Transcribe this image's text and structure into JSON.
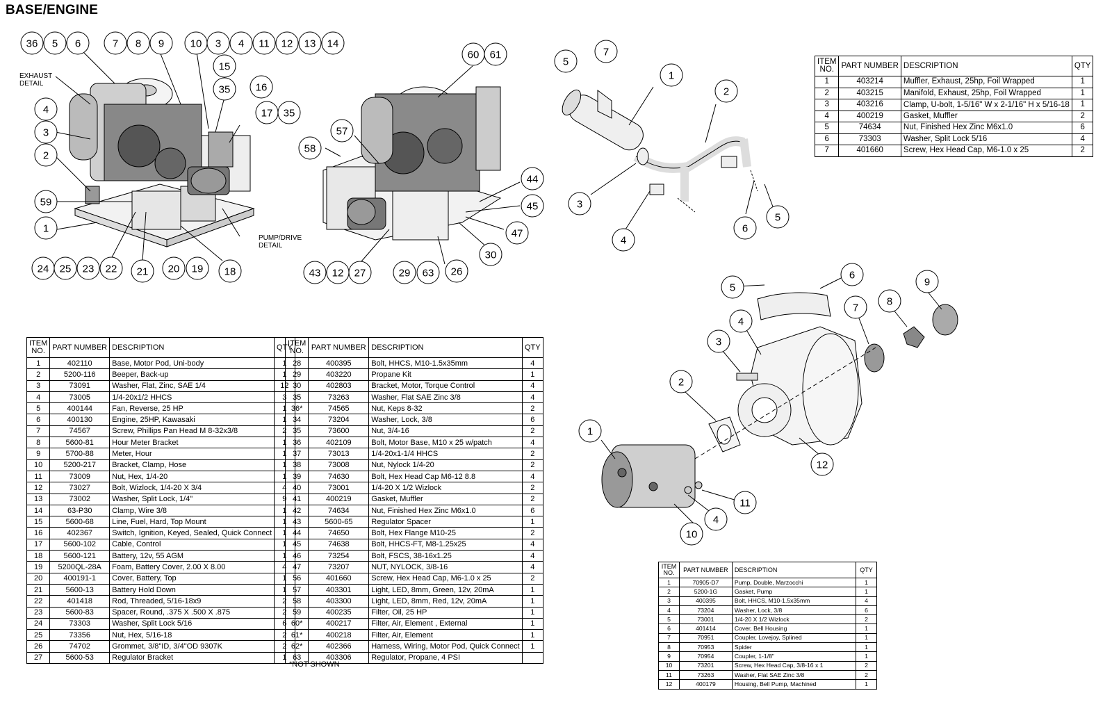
{
  "page": {
    "title": "BASE/ENGINE"
  },
  "callouts": {
    "exhaust_detail": [
      "EXHAUST",
      "DETAIL"
    ],
    "pump_drive_detail": [
      "PUMP/DRIVE",
      "DETAIL"
    ]
  },
  "balloons_base_left": [
    "36",
    "5",
    "6",
    "7",
    "8",
    "9",
    "10",
    "3",
    "4",
    "11",
    "12",
    "13",
    "14",
    "15",
    "35",
    "16",
    "17",
    "35",
    "4",
    "3",
    "2",
    "59",
    "1",
    "24",
    "25",
    "23",
    "22",
    "21",
    "20",
    "19",
    "18"
  ],
  "balloons_base_right": [
    "60",
    "61",
    "57",
    "58",
    "44",
    "45",
    "47",
    "30",
    "43",
    "12",
    "27",
    "29",
    "63",
    "26"
  ],
  "balloons_exhaust": [
    "5",
    "7",
    "1",
    "2",
    "3",
    "4",
    "6",
    "5"
  ],
  "balloons_pump": [
    "5",
    "6",
    "9",
    "8",
    "7",
    "4",
    "3",
    "2",
    "1",
    "12",
    "11",
    "4",
    "10"
  ],
  "headers": {
    "item": [
      "ITEM",
      "NO."
    ],
    "part": "PART NUMBER",
    "desc": "DESCRIPTION",
    "qty": "QTY"
  },
  "base_table_1": [
    [
      "1",
      "402110",
      "Base, Motor Pod, Uni-body",
      "1"
    ],
    [
      "2",
      "5200-116",
      "Beeper, Back-up",
      "1"
    ],
    [
      "3",
      "73091",
      "Washer, Flat, Zinc, SAE 1/4",
      "12"
    ],
    [
      "4",
      "73005",
      "1/4-20x1/2 HHCS",
      "3"
    ],
    [
      "5",
      "400144",
      "Fan, Reverse, 25 HP",
      "1"
    ],
    [
      "6",
      "400130",
      "Engine, 25HP, Kawasaki",
      "1"
    ],
    [
      "7",
      "74567",
      "Screw, Phillips Pan Head M 8-32x3/8",
      "2"
    ],
    [
      "8",
      "5600-81",
      "Hour Meter Bracket",
      "1"
    ],
    [
      "9",
      "5700-88",
      "Meter, Hour",
      "1"
    ],
    [
      "10",
      "5200-217",
      "Bracket, Clamp, Hose",
      "1"
    ],
    [
      "11",
      "73009",
      "Nut, Hex, 1/4-20",
      "1"
    ],
    [
      "12",
      "73027",
      "Bolt, Wizlock, 1/4-20 X 3/4",
      "4"
    ],
    [
      "13",
      "73002",
      "Washer, Split Lock, 1/4\"",
      "9"
    ],
    [
      "14",
      "63-P30",
      "Clamp, Wire 3/8",
      "1"
    ],
    [
      "15",
      "5600-68",
      "Line, Fuel, Hard, Top Mount",
      "1"
    ],
    [
      "16",
      "402367",
      "Switch, Ignition, Keyed, Sealed, Quick Connect",
      "1"
    ],
    [
      "17",
      "5600-102",
      "Cable, Control",
      "1"
    ],
    [
      "18",
      "5600-121",
      "Battery, 12v, 55 AGM",
      "1"
    ],
    [
      "19",
      "5200QL-28A",
      "Foam, Battery Cover, 2.00 X 8.00",
      "4"
    ],
    [
      "20",
      "400191-1",
      "Cover, Battery, Top",
      "1"
    ],
    [
      "21",
      "5600-13",
      "Battery Hold Down",
      "1"
    ],
    [
      "22",
      "401418",
      "Rod, Threaded, 5/16-18x9",
      "2"
    ],
    [
      "23",
      "5600-83",
      "Spacer, Round, .375 X .500 X .875",
      "2"
    ],
    [
      "24",
      "73303",
      "Washer, Split Lock 5/16",
      "6"
    ],
    [
      "25",
      "73356",
      "Nut, Hex, 5/16-18",
      "2"
    ],
    [
      "26",
      "74702",
      "Grommet, 3/8\"ID, 3/4\"OD  9307K",
      "2"
    ],
    [
      "27",
      "5600-53",
      "Regulator Bracket",
      "1"
    ]
  ],
  "base_table_2": [
    [
      "28",
      "400395",
      "Bolt, HHCS, M10-1.5x35mm",
      "4"
    ],
    [
      "29",
      "403220",
      "Propane Kit",
      "1"
    ],
    [
      "30",
      "402803",
      "Bracket, Motor, Torque Control",
      "4"
    ],
    [
      "35",
      "73263",
      "Washer, Flat SAE Zinc 3/8",
      "4"
    ],
    [
      "36*",
      "74565",
      "Nut, Keps 8-32",
      "2"
    ],
    [
      "34",
      "73204",
      "Washer, Lock, 3/8",
      "6"
    ],
    [
      "35",
      "73600",
      "Nut, 3/4-16",
      "2"
    ],
    [
      "36",
      "402109",
      "Bolt, Motor Base, M10 x 25 w/patch",
      "4"
    ],
    [
      "37",
      "73013",
      "1/4-20x1-1/4 HHCS",
      "2"
    ],
    [
      "38",
      "73008",
      "Nut, Nylock 1/4-20",
      "2"
    ],
    [
      "39",
      "74630",
      "Bolt, Hex Head Cap M6-12 8.8",
      "4"
    ],
    [
      "40",
      "73001",
      "1/4-20 X 1/2 Wizlock",
      "2"
    ],
    [
      "41",
      "400219",
      "Gasket, Muffler",
      "2"
    ],
    [
      "42",
      "74634",
      "Nut, Finished Hex Zinc M6x1.0",
      "6"
    ],
    [
      "43",
      "5600-65",
      "Regulator Spacer",
      "1"
    ],
    [
      "44",
      "74650",
      "Bolt, Hex Flange M10-25",
      "2"
    ],
    [
      "45",
      "74638",
      "Bolt, HHCS-FT, M8-1.25x25",
      "4"
    ],
    [
      "46",
      "73254",
      "Bolt, FSCS, 38-16x1.25",
      "4"
    ],
    [
      "47",
      "73207",
      "NUT, NYLOCK, 3/8-16",
      "4"
    ],
    [
      "56",
      "401660",
      "Screw, Hex Head Cap, M6-1.0 x 25",
      "2"
    ],
    [
      "57",
      "403301",
      "Light, LED, 8mm, Green, 12v, 20mA",
      "1"
    ],
    [
      "58",
      "403300",
      "Light, LED, 8mm, Red, 12v, 20mA",
      "1"
    ],
    [
      "59",
      "400235",
      "Filter, Oil, 25 HP",
      "1"
    ],
    [
      "60*",
      "400217",
      "Filter, Air, Element , External",
      "1"
    ],
    [
      "61*",
      "400218",
      "Filter, Air, Element",
      "1"
    ],
    [
      "62*",
      "402366",
      "Harness, Wiring, Motor Pod, Quick Connect",
      "1"
    ],
    [
      "63",
      "403306",
      "Regulator, Propane, 4 PSI",
      ""
    ]
  ],
  "not_shown": "*NOT SHOWN",
  "exhaust_table": [
    [
      "1",
      "403214",
      "Muffler, Exhaust, 25hp, Foil Wrapped",
      "1"
    ],
    [
      "2",
      "403215",
      "Manifold, Exhaust, 25hp, Foil Wrapped",
      "1"
    ],
    [
      "3",
      "403216",
      "Clamp, U-bolt, 1-5/16\" W x 2-1/16\" H x 5/16-18",
      "1"
    ],
    [
      "4",
      "400219",
      "Gasket, Muffler",
      "2"
    ],
    [
      "5",
      "74634",
      "Nut, Finished Hex Zinc M6x1.0",
      "6"
    ],
    [
      "6",
      "73303",
      "Washer, Split Lock 5/16",
      "4"
    ],
    [
      "7",
      "401660",
      "Screw, Hex Head Cap, M6-1.0 x 25",
      "2"
    ]
  ],
  "pump_table": [
    [
      "1",
      "70905-D7",
      "Pump, Double, Marzocchi",
      "1"
    ],
    [
      "2",
      "5200-1G",
      "Gasket, Pump",
      "1"
    ],
    [
      "3",
      "400395",
      "Bolt, HHCS, M10-1.5x35mm",
      "4"
    ],
    [
      "4",
      "73204",
      "Washer, Lock, 3/8",
      "6"
    ],
    [
      "5",
      "73001",
      "1/4-20 X 1/2 Wizlock",
      "2"
    ],
    [
      "6",
      "401414",
      "Cover, Bell Housing",
      "1"
    ],
    [
      "7",
      "70951",
      "Coupler, Lovejoy, Splined",
      "1"
    ],
    [
      "8",
      "70953",
      "Spider",
      "1"
    ],
    [
      "9",
      "70954",
      "Coupler, 1-1/8\"",
      "1"
    ],
    [
      "10",
      "73201",
      "Screw, Hex Head Cap, 3/8-16 x 1",
      "2"
    ],
    [
      "11",
      "73263",
      "Washer, Flat SAE Zinc 3/8",
      "2"
    ],
    [
      "12",
      "400179",
      "Housing, Bell Pump, Machined",
      "1"
    ]
  ]
}
